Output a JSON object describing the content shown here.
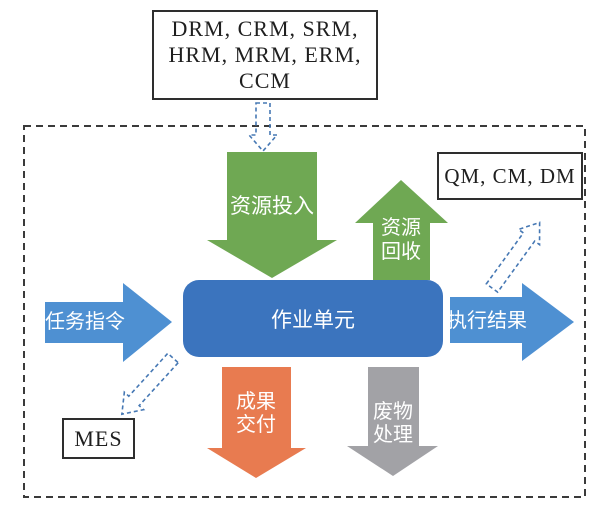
{
  "diagram": {
    "top_box": {
      "lines": [
        "DRM, CRM, SRM,",
        "HRM, MRM, ERM,",
        "CCM"
      ]
    },
    "qm_box": {
      "label": "QM, CM, DM"
    },
    "mes_box": {
      "label": "MES"
    },
    "work_unit": {
      "label": "作业单元"
    },
    "arrows": {
      "resource_input": {
        "label": "资源投入"
      },
      "resource_recycle": {
        "line1": "资源",
        "line2": "回收"
      },
      "task_command": {
        "label": "任务指令"
      },
      "execution_result": {
        "label": "执行结果"
      },
      "deliverables": {
        "line1": "成果",
        "line2": "交付"
      },
      "waste_disposal": {
        "line1": "废物",
        "line2": "处理"
      }
    }
  },
  "colors": {
    "green": "#6FA853",
    "center_blue": "#3B74BE",
    "light_blue": "#4E90D2",
    "orange": "#E87B50",
    "gray": "#A2A2A6",
    "dashed_blue": "#4678B4",
    "boundary": "#3a3a3a"
  }
}
